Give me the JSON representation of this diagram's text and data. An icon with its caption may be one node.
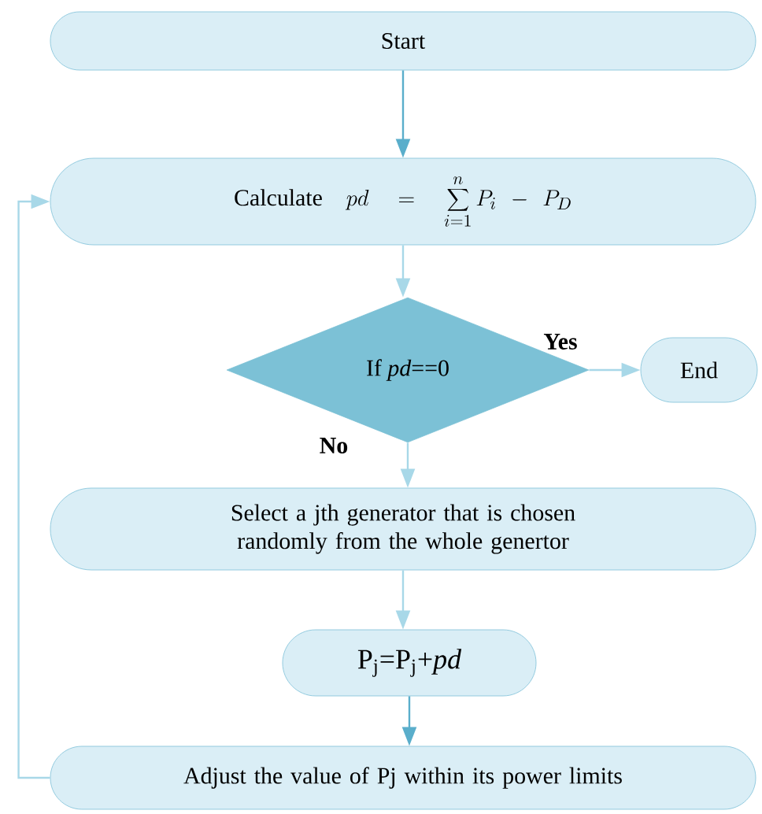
{
  "diagram": {
    "nodes": [
      {
        "text": [
          "Start"
        ]
      },
      {
        "text": [
          "Calculate",
          "pd = \\sum_{i=1}^{n} P_i - P_D"
        ]
      },
      {
        "text": [
          "If *pd*==0"
        ]
      },
      {
        "text": [
          "End"
        ]
      },
      {
        "text": [
          "Select a jth generator that is chosen randomly from the whole genertor"
        ]
      },
      {
        "text": [
          "P$_{j}$=P$_{j}$+*pd*"
        ]
      },
      {
        "text": [
          "Adjust the value of Pj within its power limits"
        ]
      }
    ],
    "edges": [
      {
        "from": 0,
        "to": 1,
        "arrow": "to",
        "color": "#5aaecb"
      },
      {
        "from": 1,
        "to": 2,
        "arrow": "to"
      },
      {
        "from": 2,
        "to": 3,
        "arrow": "to",
        "label": "Yes"
      },
      {
        "from": 2,
        "to": 4,
        "arrow": "to",
        "label": "No"
      },
      {
        "from": 4,
        "to": 5,
        "arrow": "to"
      },
      {
        "from": 5,
        "to": 6,
        "arrow": "to",
        "color": "#5aaecb"
      },
      {
        "from": 6,
        "to": 1,
        "arrow": "to"
      }
    ]
  }
}
